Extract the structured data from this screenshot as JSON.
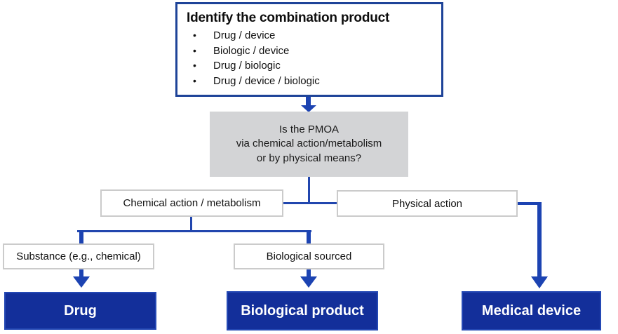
{
  "diagram": {
    "top_box": {
      "title": "Identify the combination product",
      "bullet_glyph": "•",
      "bullets": [
        "Drug / device",
        "Biologic / device",
        "Drug / biologic",
        "Drug / device / biologic"
      ]
    },
    "question_box": {
      "line1": "Is the PMOA",
      "line2": "via chemical action/metabolism",
      "line3": "or by physical means?"
    },
    "branch_boxes": {
      "chemical": "Chemical action / metabolism",
      "physical": "Physical action"
    },
    "sub_branch_boxes": {
      "substance": "Substance (e.g., chemical)",
      "biological": "Biological sourced"
    },
    "outcome_boxes": {
      "drug": "Drug",
      "biological_product": "Biological product",
      "medical_device": "Medical device"
    },
    "colors": {
      "navy_fill": "#132F9A",
      "connector_blue": "#1C43B2",
      "top_box_border": "#1E4398",
      "question_fill": "#D3D4D6",
      "label_border": "#CBCBCB"
    }
  }
}
